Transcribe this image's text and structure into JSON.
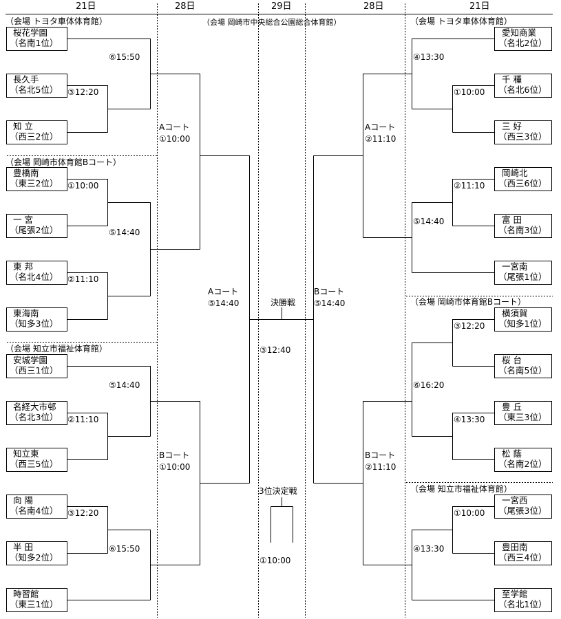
{
  "header": {
    "days": [
      "21日",
      "28日",
      "29日",
      "28日",
      "21日"
    ]
  },
  "venues": {
    "left_top": "（会場 トヨタ車体体育館）",
    "center": "（会場 岡崎市中央総合公園総合体育館）",
    "right_top": "（会場 トヨタ車体体育館）",
    "left_mid": "（会場 岡崎市体育館Bコート）",
    "right_mid": "（会場 岡崎市体育館Bコート）",
    "left_bot": "（会場 知立市福祉体育館）",
    "right_bot": "（会場 知立市福祉体育館）"
  },
  "left_teams": [
    {
      "name": "桜花学園",
      "seed": "（名南1位）"
    },
    {
      "name": "長久手",
      "seed": "（名北5位）"
    },
    {
      "name": "知 立",
      "seed": "（西三2位）"
    },
    {
      "name": "豊橋南",
      "seed": "（東三2位）"
    },
    {
      "name": "一 宮",
      "seed": "（尾張2位）"
    },
    {
      "name": "東 邦",
      "seed": "（名北4位）"
    },
    {
      "name": "東海南",
      "seed": "（知多3位）"
    },
    {
      "name": "安城学園",
      "seed": "（西三1位）"
    },
    {
      "name": "名経大市邨",
      "seed": "（名北3位）"
    },
    {
      "name": "知立東",
      "seed": "（西三5位）"
    },
    {
      "name": "向 陽",
      "seed": "（名南4位）"
    },
    {
      "name": "半 田",
      "seed": "（知多2位）"
    },
    {
      "name": "時習館",
      "seed": "（東三1位）"
    }
  ],
  "right_teams": [
    {
      "name": "愛知商業",
      "seed": "（名北2位）"
    },
    {
      "name": "千 種",
      "seed": "（名北6位）"
    },
    {
      "name": "三 好",
      "seed": "（西三3位）"
    },
    {
      "name": "岡崎北",
      "seed": "（西三6位）"
    },
    {
      "name": "富 田",
      "seed": "（名南3位）"
    },
    {
      "name": "一宮南",
      "seed": "（尾張1位）"
    },
    {
      "name": "横須賀",
      "seed": "（知多1位）"
    },
    {
      "name": "桜 台",
      "seed": "（名南5位）"
    },
    {
      "name": "豊 丘",
      "seed": "（東三3位）"
    },
    {
      "name": "松 蔭",
      "seed": "（名南2位）"
    },
    {
      "name": "一宮西",
      "seed": "（尾張3位）"
    },
    {
      "name": "豊田南",
      "seed": "（西三4位）"
    },
    {
      "name": "至学館",
      "seed": "（名北1位）"
    }
  ],
  "left_times": {
    "g1": "⑥15:50",
    "g2": "③12:20",
    "g3": "①10:00",
    "g4": "⑤14:40",
    "g5": "②11:10",
    "g6": "⑤14:40",
    "g7": "②11:10",
    "g8": "③12:20",
    "g9": "⑥15:50"
  },
  "right_times": {
    "g1": "④13:30",
    "g2": "①10:00",
    "g3": "②11:10",
    "g4": "⑤14:40",
    "g5": "③12:20",
    "g6": "⑥16:20",
    "g7": "④13:30",
    "g8": "①10:00",
    "g9": "④13:30"
  },
  "round2": {
    "left_a_court": "Aコート",
    "left_a_time": "①10:00",
    "left_b_court": "Bコート",
    "left_b_time": "①10:00",
    "right_a_court": "Aコート",
    "right_a_time": "②11:10",
    "right_b_court": "Bコート",
    "right_b_time": "②11:10"
  },
  "semis": {
    "left_court": "Aコート",
    "left_time": "⑤14:40",
    "right_court": "Bコート",
    "right_time": "⑤14:40"
  },
  "final": {
    "label": "決勝戦",
    "time": "③12:40",
    "third_label": "3位決定戦",
    "third_time": "①10:00"
  }
}
